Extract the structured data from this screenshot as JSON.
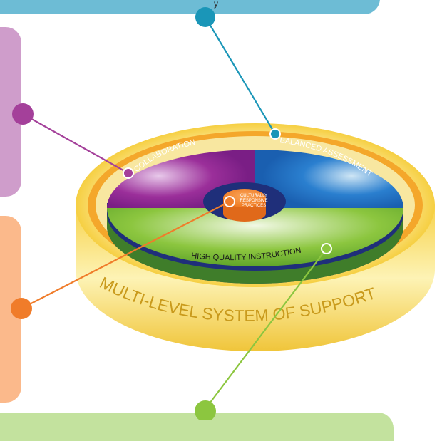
{
  "panels": {
    "top_partial_text": "y"
  },
  "disk": {
    "outer_label": "MULTI-LEVEL SYSTEM OF SUPPORT",
    "center_label_lines": [
      "CULTURALLY",
      "RESPONSIVE",
      "PRACTICES"
    ],
    "sections": {
      "collaboration": "COLLABORATION",
      "balanced_assessment": "BALANCED ASSESSMENT",
      "high_quality_instruction": "HIGH QUALITY INSTRUCTION"
    }
  },
  "colors": {
    "blue": "#1a96b8",
    "purple": "#a4409a",
    "orange": "#f07c2a",
    "green": "#8cc63f",
    "gold": "#f6d54b"
  }
}
